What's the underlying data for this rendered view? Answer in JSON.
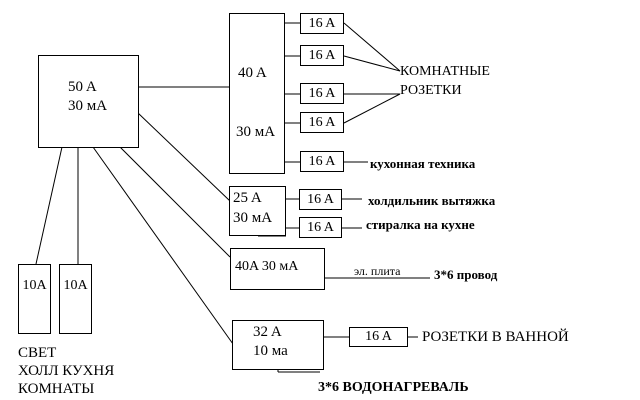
{
  "main_panel": {
    "rating": "50 A",
    "leakage": "30 мА"
  },
  "room_panel": {
    "rating": "40 A",
    "leakage": "30 мА"
  },
  "kitchen_panel": {
    "rating": "25 A",
    "leakage": "30 мА"
  },
  "stove_panel": {
    "label": "40A 30 мА"
  },
  "bath_panel": {
    "rating": "32 A",
    "leakage": "10 ма"
  },
  "breakers": {
    "room_1": "16 A",
    "room_2": "16 A",
    "room_3": "16 A",
    "room_4": "16 A",
    "kitchen_tech": "16 A",
    "fridge": "16 A",
    "washer": "16 A",
    "bath": "16 A",
    "light_1": "10A",
    "light_2": "10A"
  },
  "labels": {
    "room_sockets_line1": "КОМНАТНЫЕ",
    "room_sockets_line2": "РОЗЕТКИ",
    "kitchen_tech": "кухонная техника",
    "fridge_hood": "холдильник вытяжка",
    "washer": "стиралка на кухне",
    "stove": "эл. плита",
    "stove_wire": "3*6 провод",
    "bath_sockets": "РОЗЕТКИ В ВАННОЙ",
    "water_heater": "3*6 ВОДОНАГРЕВАЛЬ",
    "light_line1": "СВЕТ",
    "light_line2": "ХОЛЛ КУХНЯ",
    "light_line3": "КОМНАТЫ"
  }
}
